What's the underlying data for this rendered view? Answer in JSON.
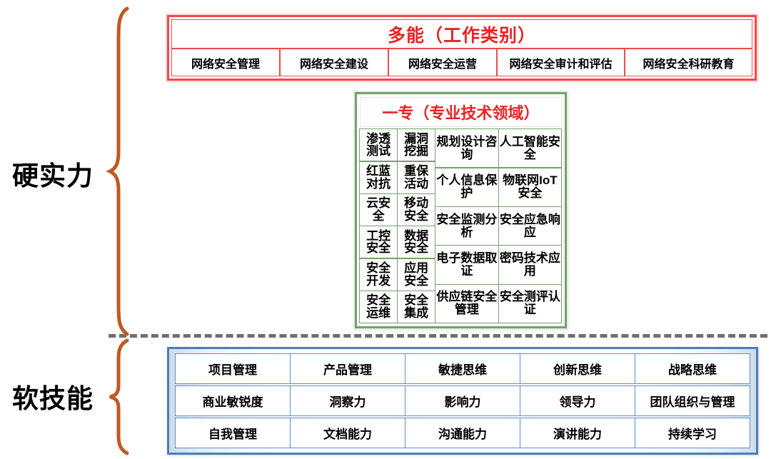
{
  "categories": {
    "hard": "硬实力",
    "soft": "软技能"
  },
  "colors": {
    "red_border": "#F04A4A",
    "red_text": "#ED2024",
    "green_border": "#76A06F",
    "blue_border": "#4A7EBB",
    "brace": "#C05A22",
    "divider": "#6F6F6F"
  },
  "multi_skill": {
    "title": "多能（工作类别）",
    "items": [
      "网络安全管理",
      "网络安全建设",
      "网络安全运营",
      "网络安全审计和评估",
      "网络安全科研教育"
    ]
  },
  "specialty": {
    "title": "一专（专业技术领域）",
    "col1": [
      "渗透测试",
      "红蓝对抗",
      "云安全",
      "工控安全",
      "安全开发",
      "安全运维"
    ],
    "col2": [
      "漏洞挖掘",
      "重保活动",
      "移动安全",
      "数据安全",
      "应用安全",
      "安全集成"
    ],
    "col3": [
      "规划设计咨询",
      "个人信息保护",
      "安全监测分析",
      "电子数据取证",
      "供应链安全管理"
    ],
    "col4": [
      "人工智能安全",
      "物联网IoT安全",
      "安全应急响应",
      "密码技术应用",
      "安全测评认证"
    ]
  },
  "soft_skills": {
    "rows": [
      [
        "项目管理",
        "产品管理",
        "敏捷思维",
        "创新思维",
        "战略思维"
      ],
      [
        "商业敏锐度",
        "洞察力",
        "影响力",
        "领导力",
        "团队组织与管理"
      ],
      [
        "自我管理",
        "文档能力",
        "沟通能力",
        "演讲能力",
        "持续学习"
      ]
    ]
  }
}
